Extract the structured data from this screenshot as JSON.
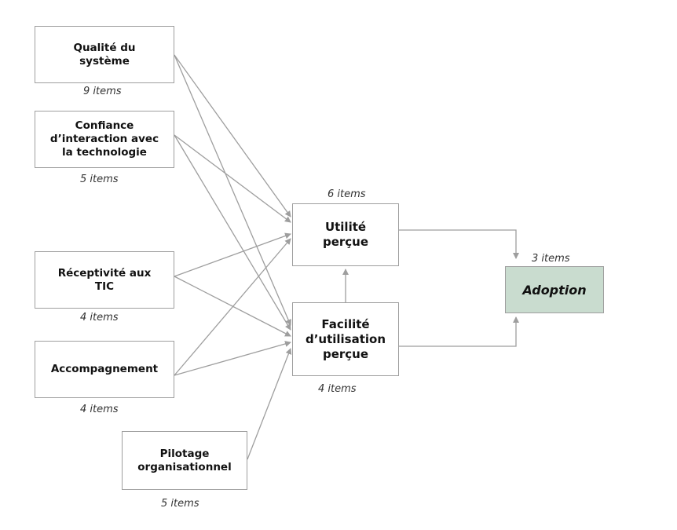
{
  "diagram": {
    "nodes": {
      "qualite": {
        "label": "Qualité du\nsystème",
        "items": "9 items"
      },
      "confiance": {
        "label": "Confiance\nd’interaction avec\nla technologie",
        "items": "5 items"
      },
      "receptivite": {
        "label": "Réceptivité aux\nTIC",
        "items": "4 items"
      },
      "accompagnement": {
        "label": "Accompagnement",
        "items": "4 items"
      },
      "pilotage": {
        "label": "Pilotage\norganisationnel",
        "items": "5 items"
      },
      "utilite": {
        "label": "Utilité\nperçue",
        "items": "6 items"
      },
      "facilite": {
        "label": "Facilité\nd’utilisation\nperçue",
        "items": "4 items"
      },
      "adoption": {
        "label": "Adoption",
        "items": "3 items"
      }
    },
    "edges": [
      {
        "from": "qualite",
        "to": "utilite"
      },
      {
        "from": "qualite",
        "to": "facilite"
      },
      {
        "from": "confiance",
        "to": "utilite"
      },
      {
        "from": "confiance",
        "to": "facilite"
      },
      {
        "from": "receptivite",
        "to": "utilite"
      },
      {
        "from": "receptivite",
        "to": "facilite"
      },
      {
        "from": "accompagnement",
        "to": "utilite"
      },
      {
        "from": "accompagnement",
        "to": "facilite"
      },
      {
        "from": "pilotage",
        "to": "facilite"
      },
      {
        "from": "facilite",
        "to": "utilite"
      },
      {
        "from": "utilite",
        "to": "adoption"
      },
      {
        "from": "facilite",
        "to": "adoption"
      }
    ],
    "colors": {
      "stroke": "#9e9e9e",
      "adoption_fill": "#c9dccf"
    }
  }
}
